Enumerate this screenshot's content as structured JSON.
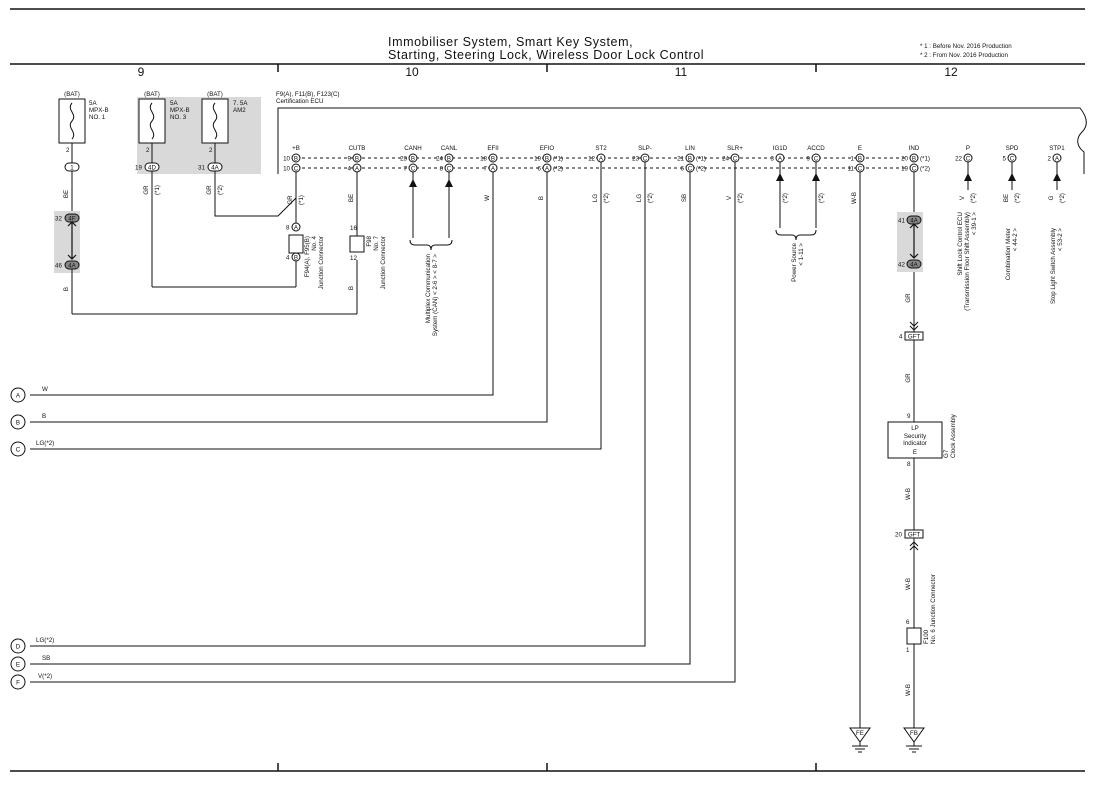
{
  "title": {
    "line1": "Immobiliser System,  Smart Key System,",
    "line2": "Starting,  Steering Lock,  Wireless Door Lock Control"
  },
  "notes": [
    "* 1 : Before Nov.  2016 Production",
    "* 2 : From Nov.  2016 Production"
  ],
  "columns": [
    "9",
    "10",
    "11",
    "12"
  ],
  "fuses": [
    {
      "bat": "(BAT)",
      "name": "5A\nMPX-B\nNO. 1",
      "pin": "2",
      "conn": "1",
      "conn_pin": ""
    },
    {
      "bat": "(BAT)",
      "name": "5A\nMPX-B\nNO. 3",
      "pin": "2",
      "conn": "4D",
      "conn_pin": "19"
    },
    {
      "bat": "(BAT)",
      "name": "7. 5A\nAM2",
      "pin": "2",
      "conn": "4A",
      "conn_pin": "31"
    }
  ],
  "ecu": {
    "ids": "F9(A), F11(B), F123(C)",
    "name": "Certification ECU",
    "terminals": [
      "+B",
      "CUTB",
      "CANH",
      "CANL",
      "EFII",
      "EFIO",
      "ST2",
      "SLP-",
      "LIN",
      "SLR+",
      "IG1D",
      "ACCD",
      "E",
      "IND",
      "P",
      "SPD",
      "STP1"
    ]
  },
  "pins": {
    "pB1": "10",
    "pB1c": "B",
    "pB2": "10",
    "pB2c": "C",
    "cut1": "9",
    "cut1c": "B",
    "cut2": "4",
    "cut2c": "A",
    "canh1": "23",
    "canh1c": "B",
    "canh2": "7",
    "canh2c": "C",
    "canl1": "24",
    "canl1c": "B",
    "canl2": "8",
    "canl2c": "C",
    "efii1": "18",
    "efii1c": "B",
    "efii2": "7",
    "efii2c": "A",
    "efio1": "19",
    "efio1c": "B",
    "efio2": "6",
    "efio2c": "A",
    "st2": "12",
    "st2c": "A",
    "slp": "23",
    "slpc": "C",
    "lin1": "21",
    "lin1c": "B",
    "lin2": "6",
    "lin2c": "C",
    "slr": "24",
    "slrc": "C",
    "ig1d": "3",
    "ig1dc": "A",
    "accd": "9",
    "accdc": "C",
    "e1": "1",
    "e1c": "B",
    "e2": "11",
    "e2c": "C",
    "ind1": "20",
    "ind1c": "B",
    "ind2": "19",
    "ind2c": "C",
    "p": "22",
    "pc": "C",
    "spd": "5",
    "spdc": "C",
    "stp1": "2",
    "stp1c": "A"
  },
  "mark": {
    "s1": "(*1)",
    "s2": "(*2)"
  },
  "wire_colors": {
    "be": "BE",
    "b": "B",
    "gr": "GR",
    "w": "W",
    "lg": "LG",
    "sb": "SB",
    "v": "V",
    "wb": "W-B",
    "g": "G"
  },
  "inline_connectors": {
    "c4f": "4F",
    "c4f_pin": "32",
    "c4a": "4A",
    "c4a_pin": "46",
    "ind_4a1": "4A",
    "ind_4a1_pin": "41",
    "ind_4a2": "4A",
    "ind_4a2_pin": "42",
    "gft": "GFT",
    "gft_pin1": "4",
    "gft_pin2": "20"
  },
  "junctions": {
    "f94": "F94(A), F95(B)\nNo. 4\nJunction Connector",
    "f94_a": "A",
    "f94_b": "B",
    "f94_p1": "8",
    "f94_p2": "4",
    "f98": "F98\nNo. 7\nJunction Connector",
    "f98_p1": "16",
    "f98_p2": "12",
    "f100": "F100\nNo. 6 Junction Connector",
    "f100_p1": "6",
    "f100_p2": "1"
  },
  "refs": {
    "can": "Multiplex Communication\nSystem (CAN) < 2-6 > < 8-7 >",
    "power": "Power Source\n< 1-11 >",
    "shift": "Shift Lock Control ECU\n(Transmission Floor Shift Assembly)\n< 39-1 >",
    "combi": "Combination Meter\n< 44-2 >",
    "stop": "Stop Light Switch Assembly\n< 53-2 >"
  },
  "lp": {
    "num": "LP",
    "name": "Security\nIndicator",
    "e": "E",
    "pin_top": "9",
    "pin_bot": "8",
    "ref": "G7\nClock Assembly"
  },
  "grounds": {
    "fe": "FE",
    "fb": "FB"
  },
  "side_refs": [
    {
      "id": "A",
      "text": "W"
    },
    {
      "id": "B",
      "text": "B"
    },
    {
      "id": "C",
      "text": "LG(*2)"
    },
    {
      "id": "D",
      "text": "LG(*2)"
    },
    {
      "id": "E",
      "text": "SB"
    },
    {
      "id": "F",
      "text": "V(*2)"
    }
  ]
}
